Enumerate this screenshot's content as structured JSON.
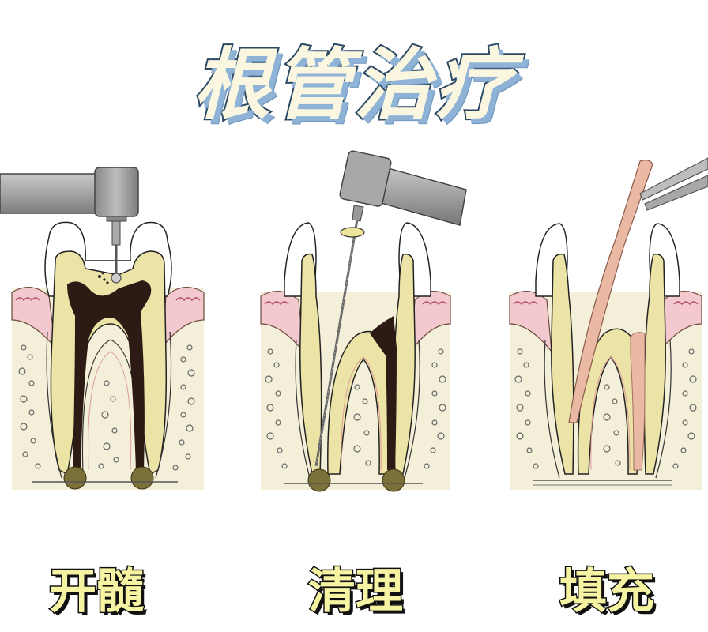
{
  "title": "根管治疗",
  "colors": {
    "title_fill": "#fbf6df",
    "title_outline": "#2c4a66",
    "title_shadow": "#8fb3d6",
    "label_fill": "#f6f3a2",
    "label_outline": "#111111",
    "enamel": "#ffffff",
    "dentin": "#ece3a6",
    "pulp_infected": "#2e1a14",
    "gum": "#f3c9cf",
    "bone": "#f3efd8",
    "lesion": "#7a7038",
    "gutta_percha": "#eab9a3",
    "instrument": "#9a9a9a"
  },
  "steps": [
    {
      "label": "开髓",
      "illustration": "drill-opening-pulp-chamber"
    },
    {
      "label": "清理",
      "illustration": "file-cleaning-root-canal"
    },
    {
      "label": "填充",
      "illustration": "tweezers-filling-canal"
    }
  ]
}
